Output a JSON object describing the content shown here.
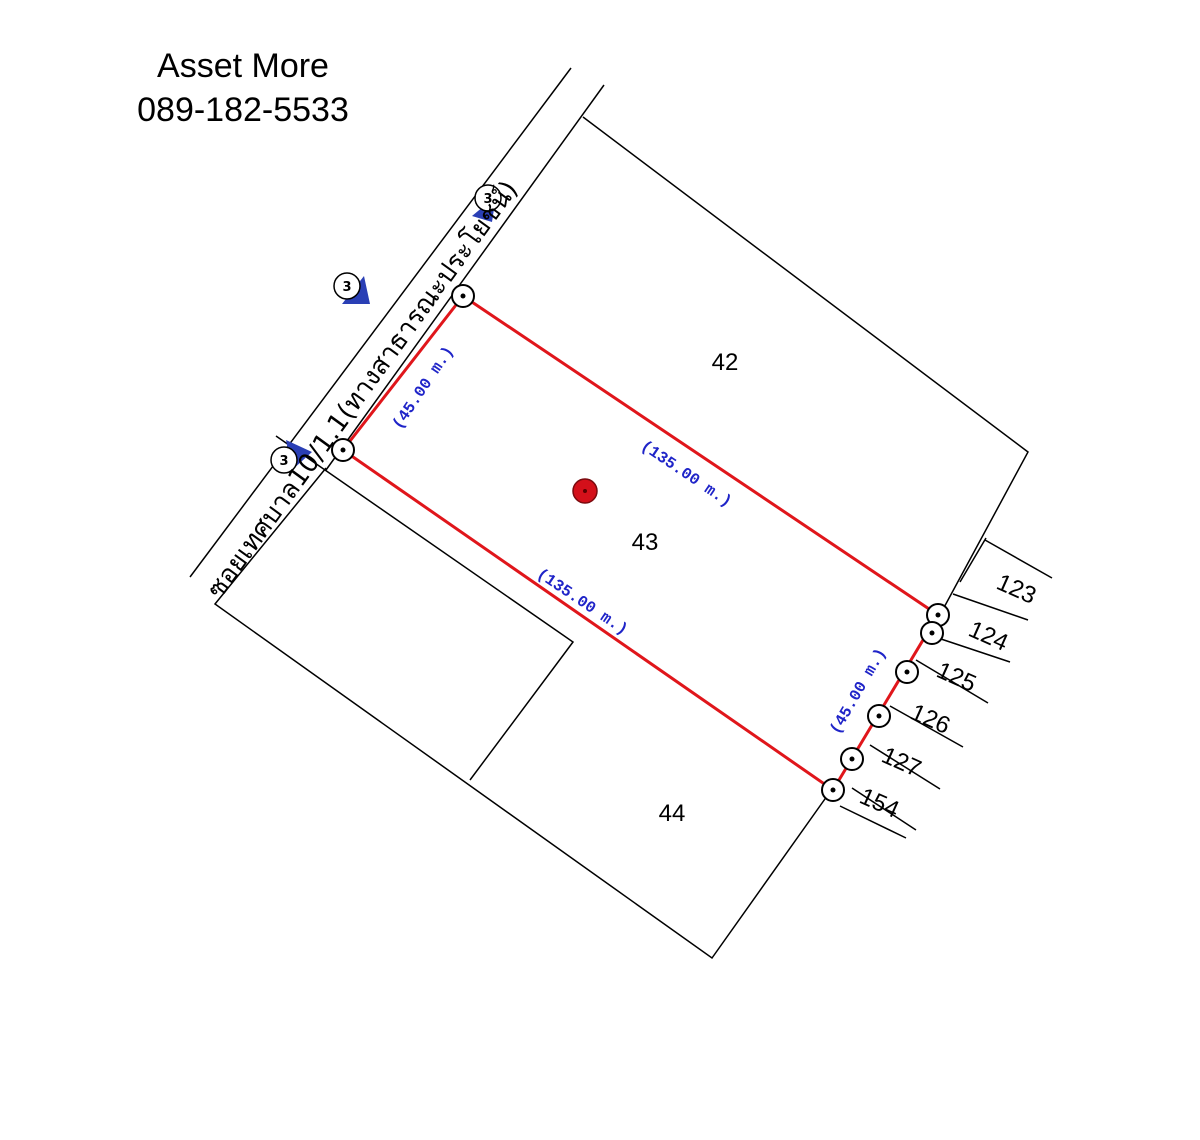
{
  "header": {
    "company": "Asset More",
    "phone": "089-182-5533"
  },
  "road": {
    "name": "ซอยเทศบาล10/1.1(ทางสาธารณะประโยชน์)"
  },
  "parcels": {
    "north": "42",
    "subject": "43",
    "south": "44",
    "rear": [
      "123",
      "124",
      "125",
      "126",
      "127",
      "154"
    ]
  },
  "dimensions": {
    "front": "(45.00 m.)",
    "rear": "(45.00 m.)",
    "north_side": "(135.00 m.)",
    "south_side": "(135.00 m.)"
  },
  "markers": {
    "label": "3"
  },
  "colors": {
    "boundary": "#e0161b",
    "dimension_text": "#1f24c8",
    "marker": "#2a3fb5",
    "pin": "#d4101a",
    "lines": "#000000"
  }
}
